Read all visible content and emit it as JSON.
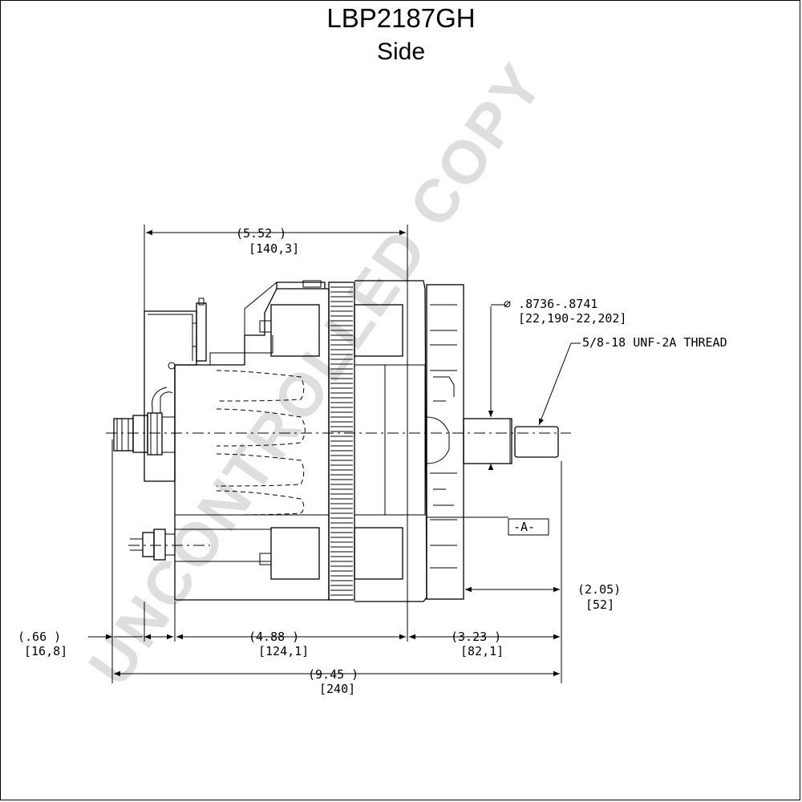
{
  "title": "LBP2187GH",
  "subtitle": "Side",
  "watermark": "UNCONTROLLED COPY",
  "dimensions": {
    "overall_body": {
      "inch": "(5.52    )",
      "mm": "[140,3]"
    },
    "shaft_diameter": {
      "inch": "∅ .8736-.8741",
      "mm": "[22,190-22,202]"
    },
    "thread": "5/8-18 UNF-2A THREAD",
    "datum": "-A-",
    "shaft_extension": {
      "inch": "(2.05)",
      "mm": "[52]"
    },
    "rear_terminal": {
      "inch": "(.66    )",
      "mm": "[16,8]"
    },
    "body_length": {
      "inch": "(4.88    )",
      "mm": "[124,1]"
    },
    "front_length": {
      "inch": "(3.23    )",
      "mm": "[82,1]"
    },
    "overall_length": {
      "inch": "(9.45 )",
      "mm": "[240]"
    }
  }
}
